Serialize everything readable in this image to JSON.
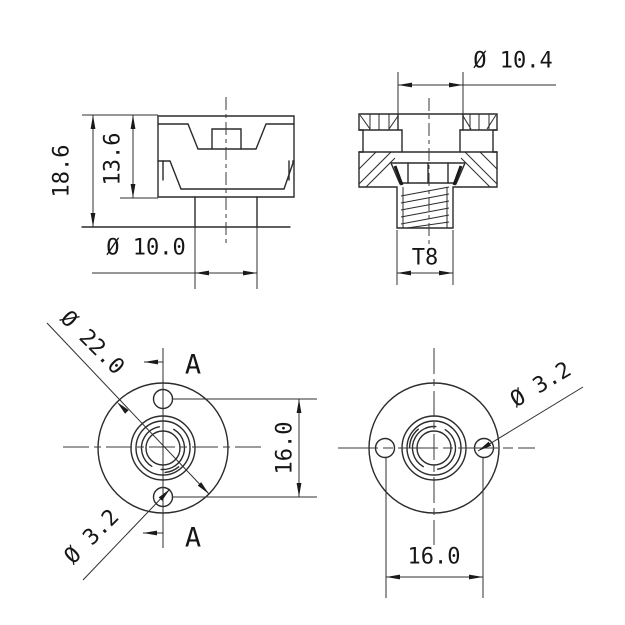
{
  "meta": {
    "background": "#ffffff",
    "line_color": "#2b2b2b",
    "text_color": "#161616",
    "drawing_type": "engineering drawing - T8 lead screw nut, four orthographic views"
  },
  "views": {
    "front": {
      "dim_total_height": "18.6",
      "dim_body_height": "13.6",
      "dim_shaft_diameter": "Ø 10.0"
    },
    "section": {
      "dim_bore_diameter": "Ø 10.4",
      "dim_thread": "T8"
    },
    "top": {
      "dim_flange_diameter": "Ø 22.0",
      "dim_hole_diameter": "Ø 3.2",
      "dim_hole_spacing": "16.0",
      "section_label_top": "A",
      "section_label_bottom": "A"
    },
    "bottom": {
      "dim_hole_diameter": "Ø 3.2",
      "dim_hole_spacing": "16.0"
    }
  }
}
